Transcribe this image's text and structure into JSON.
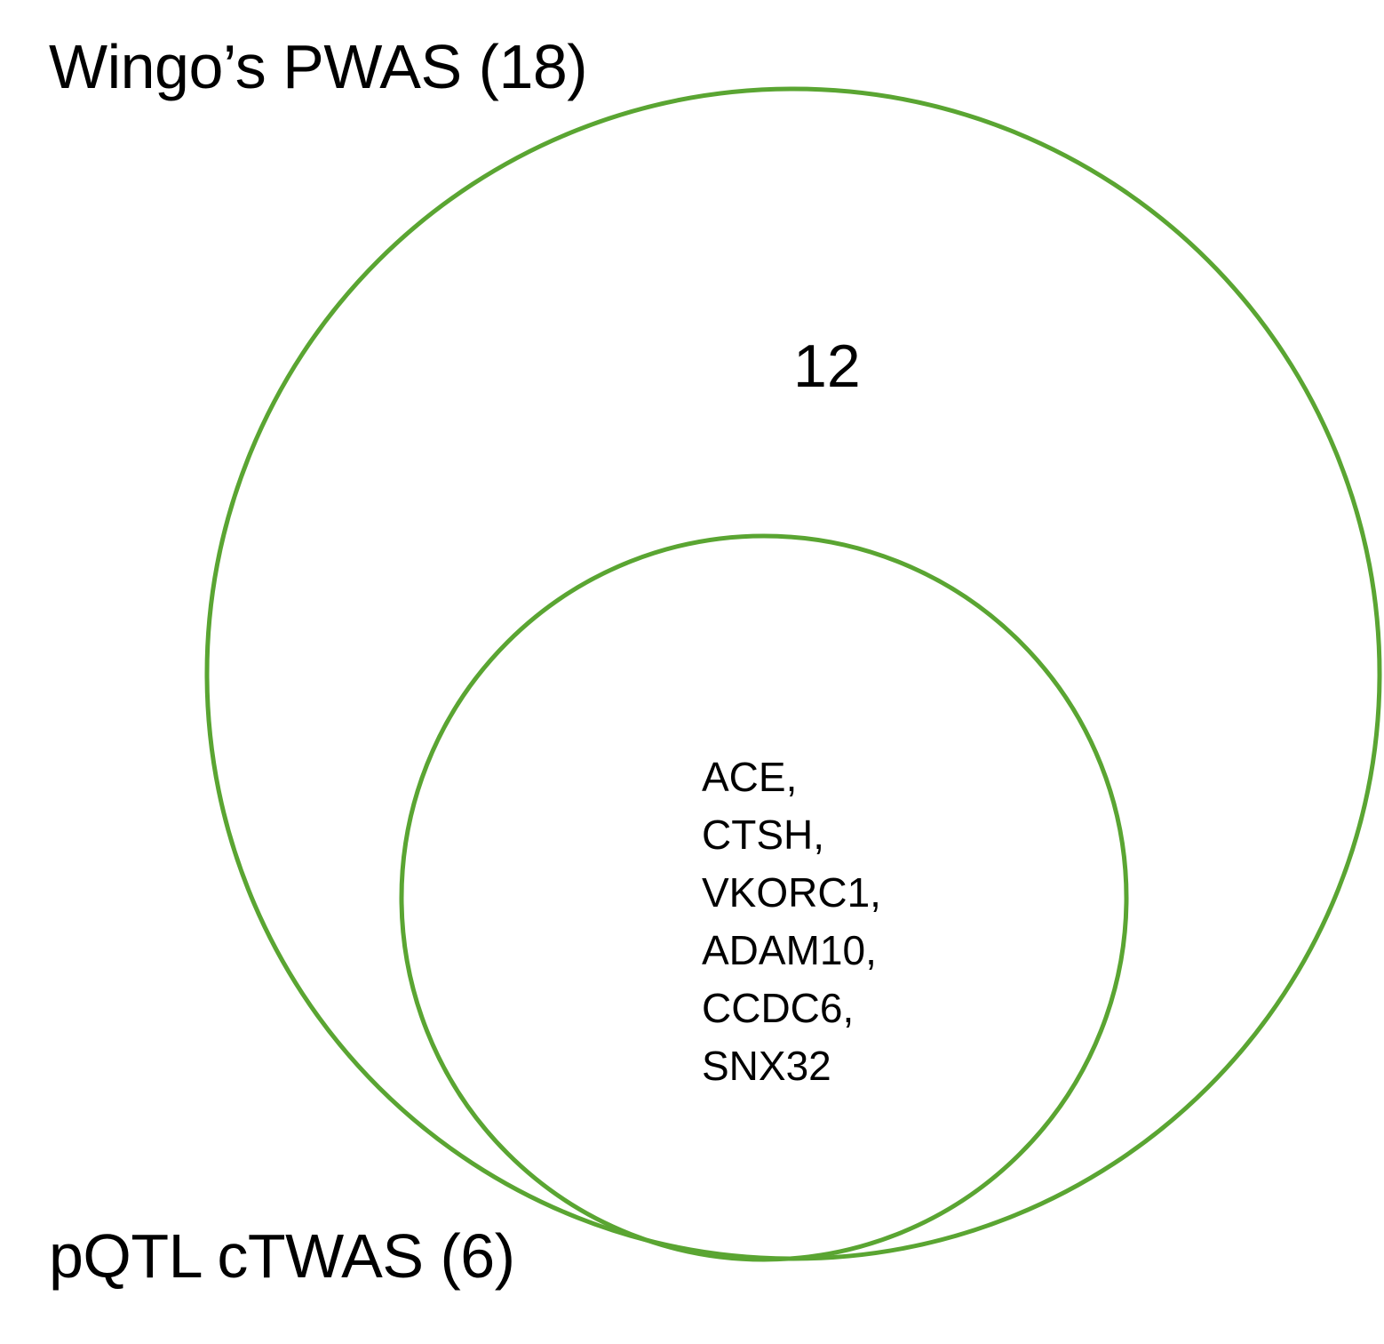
{
  "sets": {
    "outer": {
      "label": "Wingo’s PWAS (18)",
      "color": "#5aa532"
    },
    "inner": {
      "label": "pQTL cTWAS (6)",
      "color": "#5aa532"
    }
  },
  "regions": {
    "outer_only_count": "12",
    "shared_genes": [
      "ACE,",
      "CTSH,",
      "VKORC1,",
      "ADAM10,",
      "CCDC6,",
      "SNX32"
    ]
  }
}
